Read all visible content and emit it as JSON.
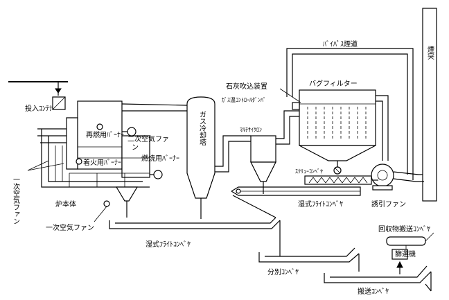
{
  "labels": {
    "bypass_flue": "ﾊﾞｲﾊﾟｽ煙道",
    "chimney": "煙突",
    "lime_injector": "石灰吹込装置",
    "bag_filter": "バグフィルター",
    "gas_temp_damper": "ｶﾞｽ温ｺﾝﾄﾛｰﾙﾀﾞﾝﾊﾟ",
    "multi_cyclone": "ﾏﾙﾁｻｲｸﾛﾝ",
    "screw_conveyor": "ｽｸﾘｭｰｺﾝﾍﾞﾔ",
    "gas_cooling_tower": "ガス冷却塔",
    "input_container": "投入ｺﾝﾃﾅ",
    "reburn_burner": "再燃用ﾊﾞｰﾅｰ",
    "secondary_air_fan_1": "二次空気ファ",
    "secondary_air_fan_2": "ン",
    "ignition_burner": "着火用ﾊﾞｰﾅｰ",
    "combustion_burner": "燃焼用ﾊﾞｰﾅｰ",
    "primary_air_fan_vertical": "一次空気ファン",
    "furnace_body": "炉本体",
    "primary_air_fan": "一次空気ファン",
    "wet_flight_conveyor_right": "湿式ﾌﾗｲﾄｺﾝﾍﾞﾔ",
    "induced_draft_fan": "誘引ファン",
    "wet_flight_conveyor_bottom": "湿式ﾌﾗｲﾄｺﾝﾍﾞﾔ",
    "recovered_conveyor": "回収物搬送ｺﾝﾍﾞﾔ",
    "separator": "篩選機",
    "sorting_conveyor": "分別ｺﾝﾍﾞﾔ",
    "transport_conveyor": "搬送ｺﾝﾍﾞﾔ"
  }
}
